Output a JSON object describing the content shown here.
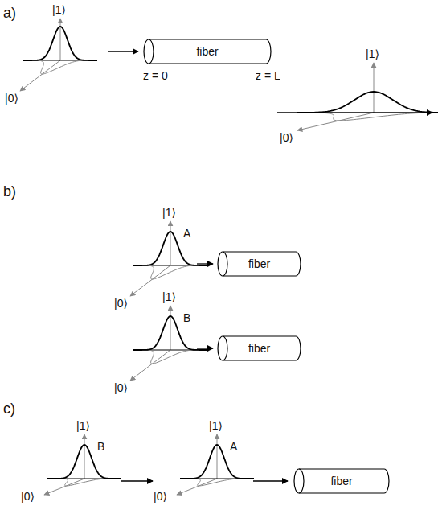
{
  "diagram": {
    "nodes": [
      {
        "text": [
          "fiber"
        ]
      },
      {
        "text": [
          "fiber"
        ]
      },
      {
        "text": [
          "fiber"
        ]
      },
      {
        "text": [
          "fiber"
        ]
      }
    ],
    "labels": [
      "a)",
      "|1⟩",
      "|0⟩",
      "z = 0",
      "z = L",
      "|1⟩",
      "|0⟩",
      "b)",
      "|1⟩",
      "A",
      "|0⟩",
      "|1⟩",
      "B",
      "|0⟩",
      "c)",
      "|1⟩",
      "B",
      "|0⟩",
      "|1⟩",
      "A",
      "|0⟩"
    ]
  }
}
